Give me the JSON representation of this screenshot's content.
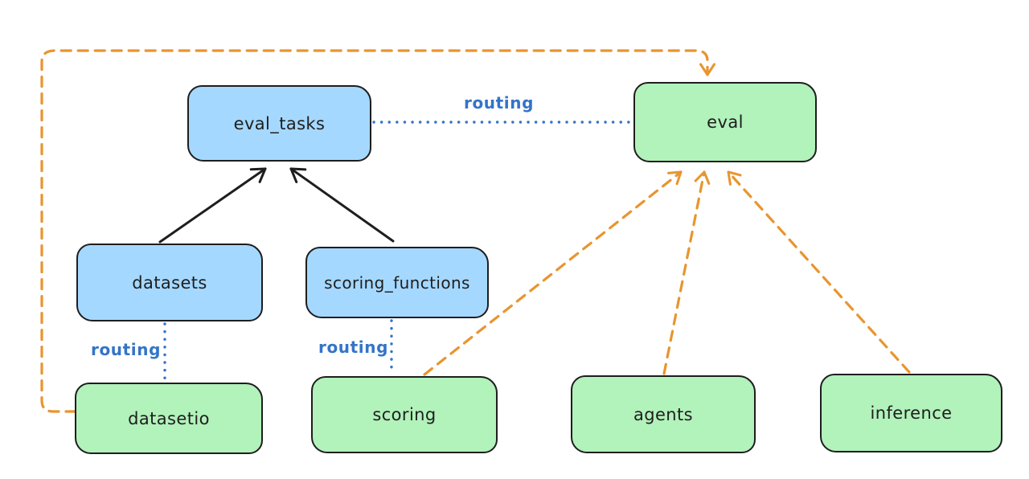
{
  "diagram": {
    "type": "architecture-diagram",
    "background": "#ffffff",
    "nodes": {
      "eval_tasks": {
        "label": "eval_tasks",
        "fill": "#a5d8ff"
      },
      "eval": {
        "label": "eval",
        "fill": "#b2f2bb"
      },
      "datasets": {
        "label": "datasets",
        "fill": "#a5d8ff"
      },
      "scoring_functions": {
        "label": "scoring_functions",
        "fill": "#a5d8ff"
      },
      "datasetio": {
        "label": "datasetio",
        "fill": "#b2f2bb"
      },
      "scoring": {
        "label": "scoring",
        "fill": "#b2f2bb"
      },
      "agents": {
        "label": "agents",
        "fill": "#b2f2bb"
      },
      "inference": {
        "label": "inference",
        "fill": "#b2f2bb"
      }
    },
    "edge_labels": {
      "eval_tasks_to_eval": "routing",
      "datasets_to_datasetio": "routing",
      "scoring_functions_to_scoring": "routing"
    },
    "edges": [
      {
        "from": "datasets",
        "to": "eval_tasks",
        "style": "solid",
        "color": "#1e1e1e",
        "arrow": "end"
      },
      {
        "from": "scoring_functions",
        "to": "eval_tasks",
        "style": "solid",
        "color": "#1e1e1e",
        "arrow": "end"
      },
      {
        "from": "eval_tasks",
        "to": "eval",
        "style": "dotted",
        "color": "#3474c8",
        "label": "routing"
      },
      {
        "from": "datasets",
        "to": "datasetio",
        "style": "dotted",
        "color": "#3474c8",
        "label": "routing"
      },
      {
        "from": "scoring_functions",
        "to": "scoring",
        "style": "dotted",
        "color": "#3474c8",
        "label": "routing"
      },
      {
        "from": "datasetio",
        "to": "eval",
        "style": "dashed",
        "color": "#e8952f",
        "arrow": "end",
        "route": "left-top-around"
      },
      {
        "from": "scoring",
        "to": "eval",
        "style": "dashed",
        "color": "#e8952f",
        "arrow": "end"
      },
      {
        "from": "agents",
        "to": "eval",
        "style": "dashed",
        "color": "#e8952f",
        "arrow": "end"
      },
      {
        "from": "inference",
        "to": "eval",
        "style": "dashed",
        "color": "#e8952f",
        "arrow": "end"
      }
    ],
    "colors": {
      "node_stroke": "#1e1e1e",
      "routing_blue": "#3474c8",
      "dashed_orange": "#e8952f",
      "blue_fill": "#a5d8ff",
      "green_fill": "#b2f2bb"
    }
  }
}
